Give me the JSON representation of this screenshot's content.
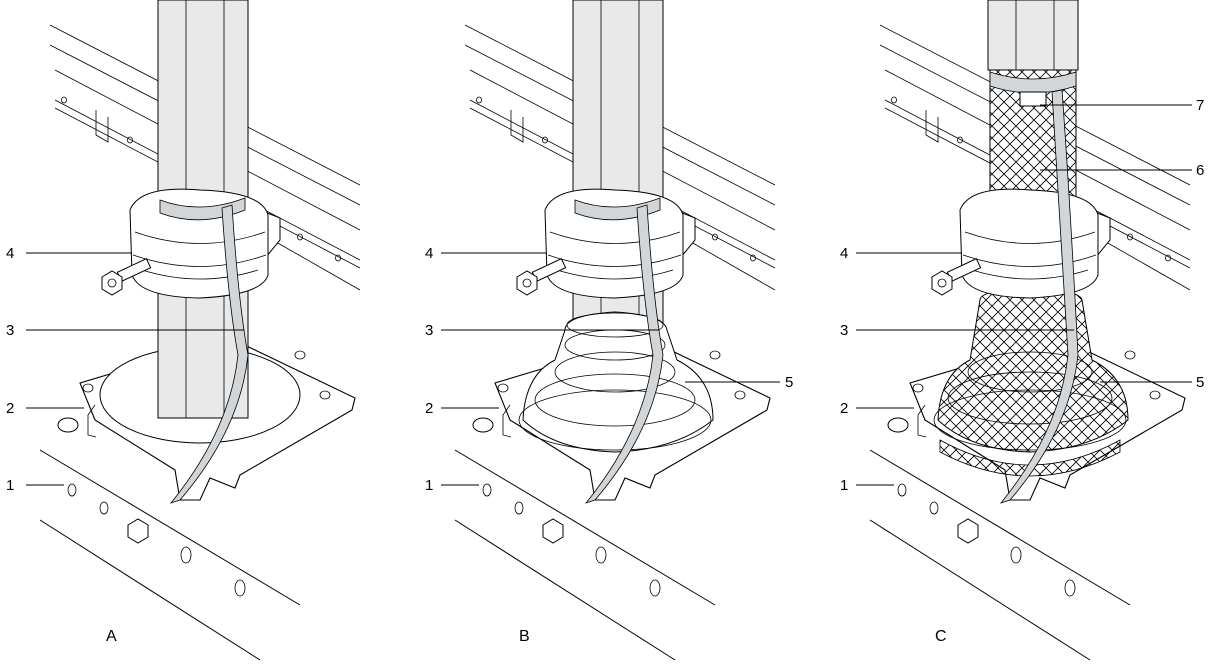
{
  "panels": [
    {
      "id": "A",
      "label": "A",
      "boot": false,
      "mesh": false,
      "callouts": [
        {
          "num": "4",
          "side": "left"
        },
        {
          "num": "3",
          "side": "left"
        },
        {
          "num": "2",
          "side": "left"
        },
        {
          "num": "1",
          "side": "left"
        }
      ]
    },
    {
      "id": "B",
      "label": "B",
      "boot": true,
      "mesh": false,
      "callouts": [
        {
          "num": "4",
          "side": "left"
        },
        {
          "num": "3",
          "side": "left"
        },
        {
          "num": "2",
          "side": "left"
        },
        {
          "num": "1",
          "side": "left"
        },
        {
          "num": "5",
          "side": "right"
        }
      ]
    },
    {
      "id": "C",
      "label": "C",
      "boot": true,
      "mesh": true,
      "callouts": [
        {
          "num": "7",
          "side": "right"
        },
        {
          "num": "6",
          "side": "right"
        },
        {
          "num": "4",
          "side": "left"
        },
        {
          "num": "3",
          "side": "left"
        },
        {
          "num": "2",
          "side": "left"
        },
        {
          "num": "1",
          "side": "left"
        },
        {
          "num": "5",
          "side": "right"
        }
      ]
    }
  ]
}
